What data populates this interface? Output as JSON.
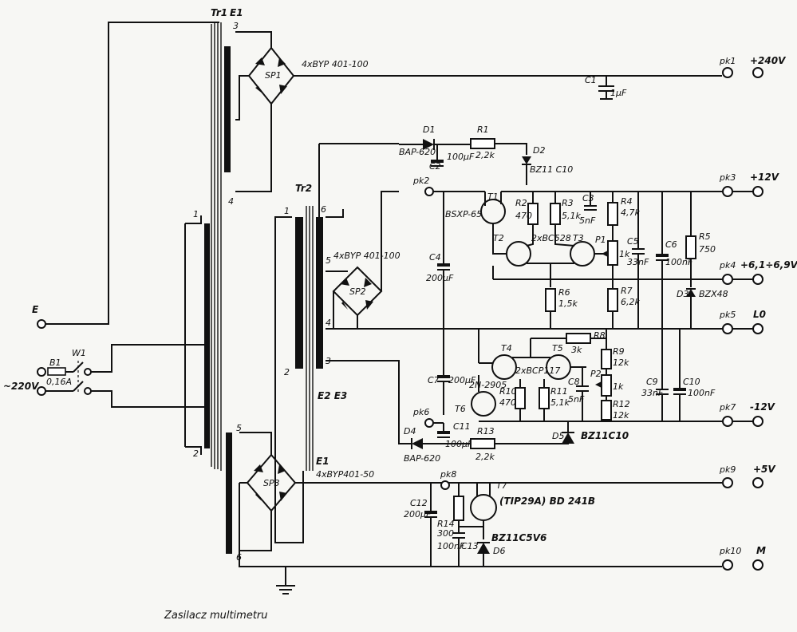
{
  "caption": "Zasilacz multimetru",
  "mains": {
    "voltage": "~220V",
    "earth": "E",
    "fuse": "B1",
    "fuse_value": "0,16A",
    "switch": "W1"
  },
  "transformers": {
    "tr1": {
      "name": "Tr1",
      "screen": "E1",
      "windings": [
        "1",
        "2",
        "3",
        "4",
        "5",
        "6"
      ]
    },
    "tr2": {
      "name": "Tr2",
      "windings": [
        "1",
        "2",
        "3",
        "4",
        "5",
        "6"
      ],
      "screens": "E2 E3",
      "screen2": "E1"
    }
  },
  "bridges": [
    {
      "name": "SP1",
      "type": "4xBYP 401-100"
    },
    {
      "name": "SP2",
      "type": "4xBYP 401-100"
    },
    {
      "name": "SP3",
      "type": "4xBYP401-50"
    }
  ],
  "outputs": [
    {
      "pin": "pk1",
      "label": "+240V"
    },
    {
      "pin": "pk3",
      "label": "+12V"
    },
    {
      "pin": "pk4",
      "label": "+6,1÷6,9V"
    },
    {
      "pin": "pk5",
      "label": "L0"
    },
    {
      "pin": "pk7",
      "label": "-12V"
    },
    {
      "pin": "pk9",
      "label": "+5V"
    },
    {
      "pin": "pk10",
      "label": "M"
    }
  ],
  "aux_pins": [
    "pk2",
    "pk6",
    "pk8"
  ],
  "components": {
    "C1": {
      "name": "C1",
      "value": "1µF"
    },
    "C2": {
      "name": "C2",
      "value": "100µF"
    },
    "C3": {
      "name": "C3",
      "value": "5nF"
    },
    "C4": {
      "name": "C4",
      "value": "200µF"
    },
    "C5": {
      "name": "C5",
      "value": "33nF"
    },
    "C6": {
      "name": "C6",
      "value": "100nF"
    },
    "C7": {
      "name": "C7",
      "value": "200µF"
    },
    "C8": {
      "name": "C8",
      "value": "5nF"
    },
    "C9": {
      "name": "C9",
      "value": "33nF"
    },
    "C10": {
      "name": "C10",
      "value": "100nF"
    },
    "C11": {
      "name": "C11",
      "value": "100µF"
    },
    "C12": {
      "name": "C12",
      "value": "200µF"
    },
    "C13": {
      "name": "C13",
      "value": "100nF"
    },
    "R1": {
      "name": "R1",
      "value": "2,2k"
    },
    "R2": {
      "name": "R2",
      "value": "470"
    },
    "R3": {
      "name": "R3",
      "value": "5,1k"
    },
    "R4": {
      "name": "R4",
      "value": "4,7k"
    },
    "R5": {
      "name": "R5",
      "value": "750"
    },
    "R6": {
      "name": "R6",
      "value": "1,5k"
    },
    "R7": {
      "name": "R7",
      "value": "6,2k"
    },
    "R8": {
      "name": "R8",
      "value": "3k"
    },
    "R9": {
      "name": "R9",
      "value": "12k"
    },
    "R10": {
      "name": "R10",
      "value": "470"
    },
    "R11": {
      "name": "R11",
      "value": "5,1k"
    },
    "R12": {
      "name": "R12",
      "value": "12k"
    },
    "R13": {
      "name": "R13",
      "value": "2,2k"
    },
    "R14": {
      "name": "R14",
      "value": "300"
    },
    "P1": {
      "name": "P1",
      "value": "1k"
    },
    "P2": {
      "name": "P2",
      "value": "1k"
    },
    "D1": {
      "name": "D1",
      "value": "BAP-620"
    },
    "D2": {
      "name": "D2",
      "value": "BZ11 C10"
    },
    "D3": {
      "name": "D3",
      "value": "BZX48"
    },
    "D4": {
      "name": "D4",
      "value": "BAP-620"
    },
    "D5": {
      "name": "D5",
      "value": "BZ11C10"
    },
    "D6": {
      "name": "D6",
      "value": "BZ11C5V6"
    },
    "T1": {
      "name": "T1",
      "value": "BSXP-65"
    },
    "T2T3": {
      "t2": "T2",
      "t3": "T3",
      "value": "2xBC528"
    },
    "T4T5": {
      "t4": "T4",
      "t5": "T5",
      "value": "2xBCP117"
    },
    "T6": {
      "name": "T6",
      "value": "2N-2905"
    },
    "T7": {
      "name": "T7",
      "value": "(TIP29A) BD 241B"
    }
  }
}
